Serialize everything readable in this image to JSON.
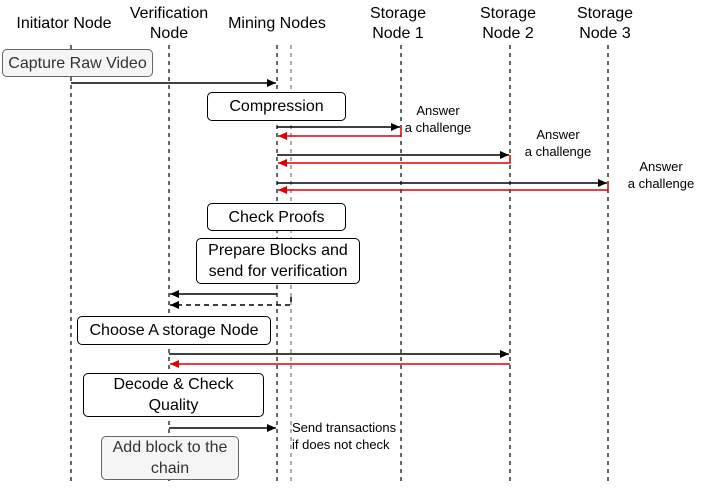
{
  "participants": [
    {
      "id": "initiator",
      "label": "Initiator Node"
    },
    {
      "id": "verification",
      "label": "Verification\nNode"
    },
    {
      "id": "mining",
      "label": "Mining Nodes"
    },
    {
      "id": "storage1",
      "label": "Storage\nNode 1"
    },
    {
      "id": "storage2",
      "label": "Storage\nNode 2"
    },
    {
      "id": "storage3",
      "label": "Storage\nNode 3"
    }
  ],
  "steps": {
    "capture": "Capture Raw Video",
    "compression": "Compression",
    "check_proofs": "Check Proofs",
    "prepare_blocks": "Prepare Blocks and\nsend for verification",
    "choose_storage": "Choose A storage Node",
    "decode_check": "Decode & Check\nQuality",
    "add_block": "Add block to the\nchain"
  },
  "notes": {
    "answer_1": "Answer\na challenge",
    "answer_2": "Answer\na challenge",
    "answer_3": "Answer\na challenge",
    "send_transactions": "Send transactions\nif does not check"
  },
  "colors": {
    "line": "#000000",
    "response": "#e00000",
    "grey_box_fill": "#f5f5f5",
    "grey_box_border": "#666666"
  }
}
